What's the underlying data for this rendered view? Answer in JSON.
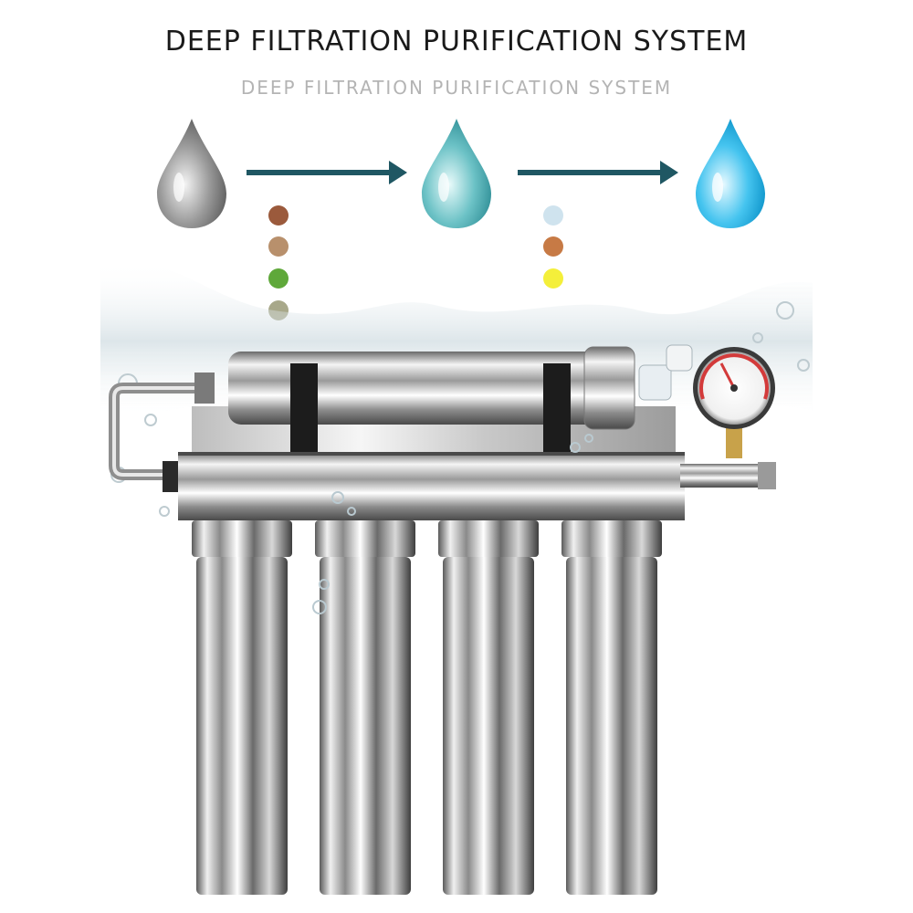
{
  "header": {
    "title": "DEEP FILTRATION PURIFICATION SYSTEM",
    "subtitle": "DEEP FILTRATION PURIFICATION SYSTEM"
  },
  "illustration": {
    "drops": [
      "gray-water-drop",
      "teal-water-drop",
      "light-blue-water-drop"
    ],
    "stage_one_particles": [
      "#9b5a3c",
      "#b8906c",
      "#5fa83a",
      "#a8a88a"
    ],
    "stage_two_particles": [
      "#cfe3ee",
      "#c77a45",
      "#f4ef3a"
    ],
    "arrow_color": "#1f5763",
    "gauge_accent": "#d33a3a"
  }
}
